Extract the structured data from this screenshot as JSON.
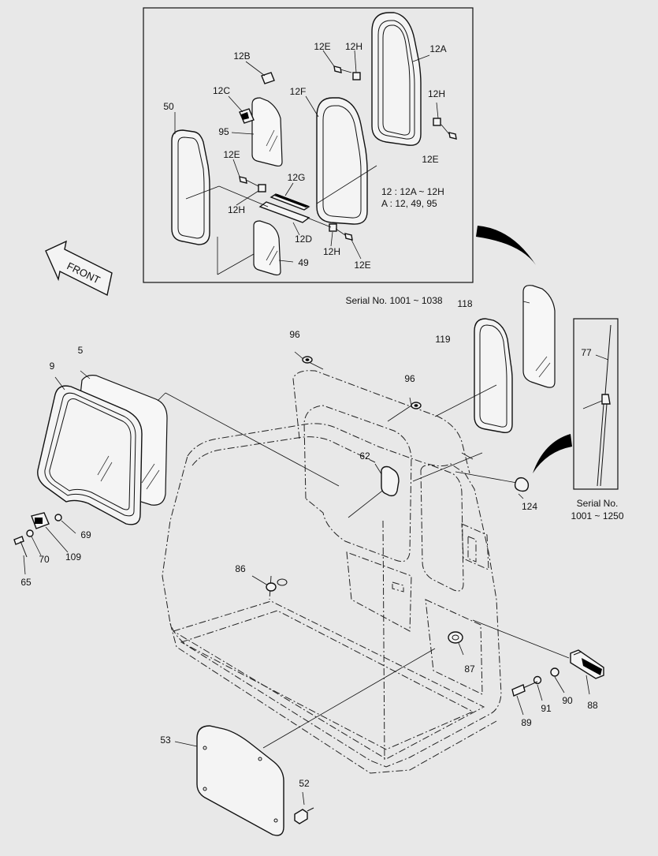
{
  "labels": {
    "p12B": "12B",
    "p12C": "12C",
    "p95": "95",
    "p50": "50",
    "p12E_top": "12E",
    "p12H_top": "12H",
    "p12A": "12A",
    "p12F": "12F",
    "p12H_right": "12H",
    "p12E_right": "12E",
    "p12E_left": "12E",
    "p12G": "12G",
    "p12H_left": "12H",
    "p12D": "12D",
    "p12H_bottom": "12H",
    "p12E_bottom": "12E",
    "p49": "49",
    "p118": "118",
    "p119": "119",
    "p96_top": "96",
    "p96_right": "96",
    "p5": "5",
    "p9": "9",
    "p62": "62",
    "p124": "124",
    "p77": "77",
    "p69": "69",
    "p70": "70",
    "p109": "109",
    "p65": "65",
    "p86": "86",
    "p87": "87",
    "p89": "89",
    "p91": "91",
    "p90": "90",
    "p88": "88",
    "p53": "53",
    "p52": "52"
  },
  "notes": {
    "kit_line1": "12 : 12A ~ 12H",
    "kit_line2": "A : 12, 49, 95",
    "serial_1": "Serial No. 1001 ~ 1038",
    "serial_2a": "Serial No.",
    "serial_2b": "1001 ~ 1250",
    "front": "FRONT"
  },
  "icons": {
    "front_arrow": "front-direction-arrow-icon"
  }
}
